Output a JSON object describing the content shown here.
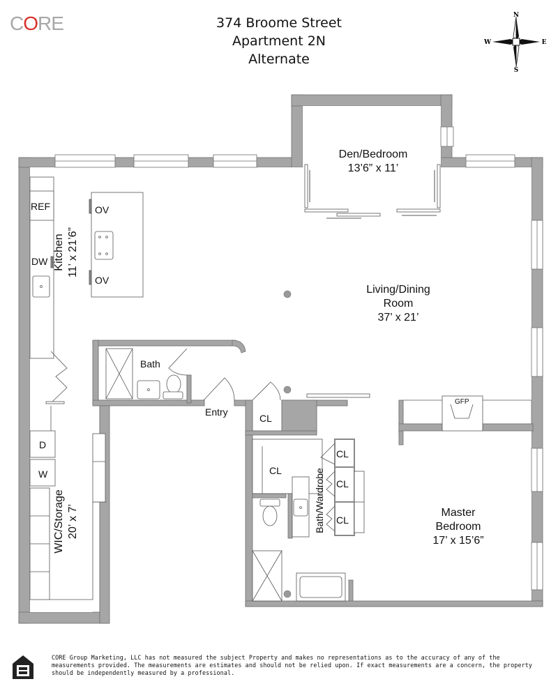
{
  "header": {
    "logo": {
      "prefix": "C",
      "accent": "O",
      "suffix": "RE",
      "accent_color": "#d9302a",
      "text_color": "#a8a8a8"
    },
    "address_line1": "374 Broome Street",
    "address_line2": "Apartment 2N",
    "address_line3": "Alternate"
  },
  "compass": {
    "north": "N",
    "south": "S",
    "east": "E",
    "west": "W"
  },
  "rooms": {
    "den": {
      "name": "Den/Bedroom",
      "size": "13’6” x 11’"
    },
    "kitchen": {
      "name": "Kitchen",
      "size": "11’ x 21’6”"
    },
    "living": {
      "name_line1": "Living/Dining",
      "name_line2": "Room",
      "size": "37’ x 21’"
    },
    "bath": {
      "name": "Bath"
    },
    "entry": {
      "name": "Entry"
    },
    "wic": {
      "name": "WIC/Storage",
      "size": "20’ x 7’"
    },
    "bath_wardrobe": {
      "name": "Bath/Wardrobe"
    },
    "master": {
      "name_line1": "Master",
      "name_line2": "Bedroom",
      "size": "17’ x 15’6”"
    }
  },
  "fixtures": {
    "ref": "REF",
    "dw": "DW",
    "ov_top": "OV",
    "ov_bottom": "OV",
    "dryer": "D",
    "washer": "W",
    "gfp": "GFP",
    "closet_entry": "CL",
    "closet_bath": "CL",
    "closet_w1": "CL",
    "closet_w2": "CL",
    "closet_w3": "CL"
  },
  "colors": {
    "wall": "#a6a6a6",
    "wall_edge": "#6e6e6e",
    "line": "#555555"
  },
  "footer": {
    "icon": "equal-housing-opportunity-icon",
    "disclaimer": "CORE Group Marketing, LLC has not measured the subject Property and makes no representations as to the accuracy of any of the measurements provided. The measurements are estimates and should not be relied upon. If exact measurements are a concern, the property should be independently measured by a professional."
  }
}
